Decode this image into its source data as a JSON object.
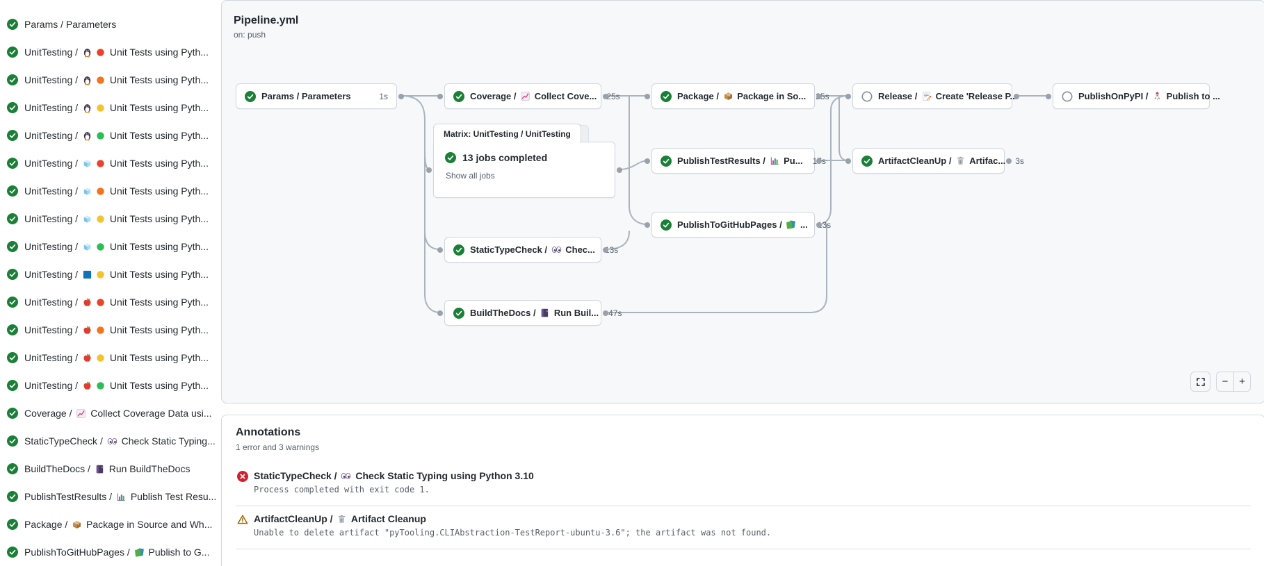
{
  "header": {
    "title": "Pipeline.yml",
    "trigger": "on: push"
  },
  "colors": {
    "success": "#1a7f37",
    "error": "#cf222e",
    "warning": "#9a6700",
    "node_border": "#d0d7de",
    "edge": "#a9b4be",
    "canvas_bg": "#f6f8fa"
  },
  "sidebar": {
    "items": [
      {
        "prefix": "Params / Parameters",
        "icons": [],
        "text": ""
      },
      {
        "prefix": "UnitTesting /",
        "icons": [
          "penguin",
          "dot-red"
        ],
        "text": "Unit Tests using Pyth..."
      },
      {
        "prefix": "UnitTesting /",
        "icons": [
          "penguin",
          "dot-orange"
        ],
        "text": "Unit Tests using Pyth..."
      },
      {
        "prefix": "UnitTesting /",
        "icons": [
          "penguin",
          "dot-yellow"
        ],
        "text": "Unit Tests using Pyth..."
      },
      {
        "prefix": "UnitTesting /",
        "icons": [
          "penguin",
          "dot-green"
        ],
        "text": "Unit Tests using Pyth..."
      },
      {
        "prefix": "UnitTesting /",
        "icons": [
          "ice-cube",
          "dot-red"
        ],
        "text": "Unit Tests using Pyth..."
      },
      {
        "prefix": "UnitTesting /",
        "icons": [
          "ice-cube",
          "dot-orange"
        ],
        "text": "Unit Tests using Pyth..."
      },
      {
        "prefix": "UnitTesting /",
        "icons": [
          "ice-cube",
          "dot-yellow"
        ],
        "text": "Unit Tests using Pyth..."
      },
      {
        "prefix": "UnitTesting /",
        "icons": [
          "ice-cube",
          "dot-green"
        ],
        "text": "Unit Tests using Pyth..."
      },
      {
        "prefix": "UnitTesting /",
        "icons": [
          "blue-square",
          "dot-yellow"
        ],
        "text": "Unit Tests using Pyth..."
      },
      {
        "prefix": "UnitTesting /",
        "icons": [
          "apple",
          "dot-red"
        ],
        "text": "Unit Tests using Pyth..."
      },
      {
        "prefix": "UnitTesting /",
        "icons": [
          "apple",
          "dot-orange"
        ],
        "text": "Unit Tests using Pyth..."
      },
      {
        "prefix": "UnitTesting /",
        "icons": [
          "apple",
          "dot-yellow"
        ],
        "text": "Unit Tests using Pyth..."
      },
      {
        "prefix": "UnitTesting /",
        "icons": [
          "apple",
          "dot-green"
        ],
        "text": "Unit Tests using Pyth..."
      },
      {
        "prefix": "Coverage /",
        "icons": [
          "chart-up"
        ],
        "text": "Collect Coverage Data usi..."
      },
      {
        "prefix": "StaticTypeCheck /",
        "icons": [
          "eyes"
        ],
        "text": "Check Static Typing..."
      },
      {
        "prefix": "BuildTheDocs /",
        "icons": [
          "notebook"
        ],
        "text": "Run BuildTheDocs"
      },
      {
        "prefix": "PublishTestResults /",
        "icons": [
          "bar-chart"
        ],
        "text": "Publish Test Resu..."
      },
      {
        "prefix": "Package /",
        "icons": [
          "package"
        ],
        "text": "Package in Source and Wh..."
      },
      {
        "prefix": "PublishToGitHubPages /",
        "icons": [
          "books"
        ],
        "text": "Publish to G..."
      }
    ]
  },
  "graph": {
    "matrix": {
      "tab": "Matrix: UnitTesting / UnitTesting",
      "summary": "13 jobs completed",
      "link": "Show all jobs"
    },
    "nodes": [
      {
        "id": "params",
        "status": "success",
        "prefix": "Params / Parameters",
        "icons": [],
        "text": "",
        "duration": "1s"
      },
      {
        "id": "coverage",
        "status": "success",
        "prefix": "Coverage /",
        "icons": [
          "chart-up"
        ],
        "text": "Collect Cove...",
        "duration": "25s"
      },
      {
        "id": "package",
        "status": "success",
        "prefix": "Package /",
        "icons": [
          "package"
        ],
        "text": "Package in So...",
        "duration": "25s"
      },
      {
        "id": "release",
        "status": "skipped",
        "prefix": "Release /",
        "icons": [
          "memo"
        ],
        "text": "Create 'Release P...",
        "duration": ""
      },
      {
        "id": "publish-on-pypi",
        "status": "skipped",
        "prefix": "PublishOnPyPI /",
        "icons": [
          "rocket"
        ],
        "text": "Publish to ...",
        "duration": ""
      },
      {
        "id": "publish-test-results",
        "status": "success",
        "prefix": "PublishTestResults /",
        "icons": [
          "bar-chart"
        ],
        "text": "Pu...",
        "duration": "17s"
      },
      {
        "id": "artifact-cleanup",
        "status": "success",
        "prefix": "ArtifactCleanUp /",
        "icons": [
          "trash"
        ],
        "text": "Artifac...",
        "duration": "3s"
      },
      {
        "id": "publish-to-github-pages",
        "status": "success",
        "prefix": "PublishToGitHubPages /",
        "icons": [
          "books"
        ],
        "text": "...",
        "duration": "13s"
      },
      {
        "id": "static-type-check",
        "status": "success",
        "prefix": "StaticTypeCheck /",
        "icons": [
          "eyes"
        ],
        "text": "Chec...",
        "duration": "13s"
      },
      {
        "id": "build-the-docs",
        "status": "success",
        "prefix": "BuildTheDocs /",
        "icons": [
          "notebook"
        ],
        "text": "Run Buil...",
        "duration": "47s"
      }
    ],
    "controls": {
      "zoom_out": "−",
      "zoom_in": "+"
    }
  },
  "annotations": {
    "title": "Annotations",
    "subtitle": "1 error and 3 warnings",
    "items": [
      {
        "severity": "error",
        "prefix": "StaticTypeCheck /",
        "icons": [
          "eyes"
        ],
        "title": "Check Static Typing using Python 3.10",
        "message": "Process completed with exit code 1."
      },
      {
        "severity": "warning",
        "prefix": "ArtifactCleanUp /",
        "icons": [
          "trash"
        ],
        "title": "Artifact Cleanup",
        "message": "Unable to delete artifact \"pyTooling.CLIAbstraction-TestReport-ubuntu-3.6\"; the artifact was not found."
      }
    ]
  }
}
